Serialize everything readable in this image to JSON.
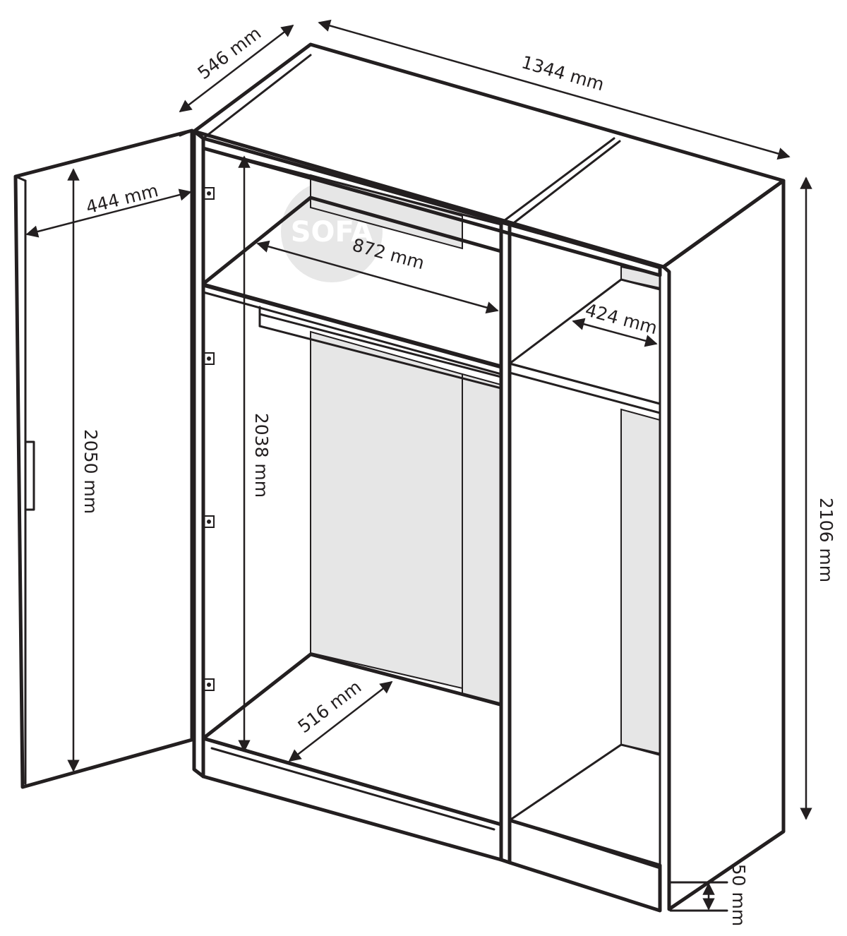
{
  "watermark": {
    "logo_text": "SOFA"
  },
  "dimensions": {
    "depth": "546 mm",
    "width": "1344 mm",
    "door_width": "444 mm",
    "door_height": "2050 mm",
    "shelf_width": "872 mm",
    "small_shelf_width": "424 mm",
    "interior_height": "2038 mm",
    "interior_depth": "516 mm",
    "total_height": "2106 mm",
    "plinth_height": "50 mm"
  },
  "colors": {
    "line": "#231f20",
    "back_panel": "#e6e6e6",
    "background": "#ffffff"
  }
}
